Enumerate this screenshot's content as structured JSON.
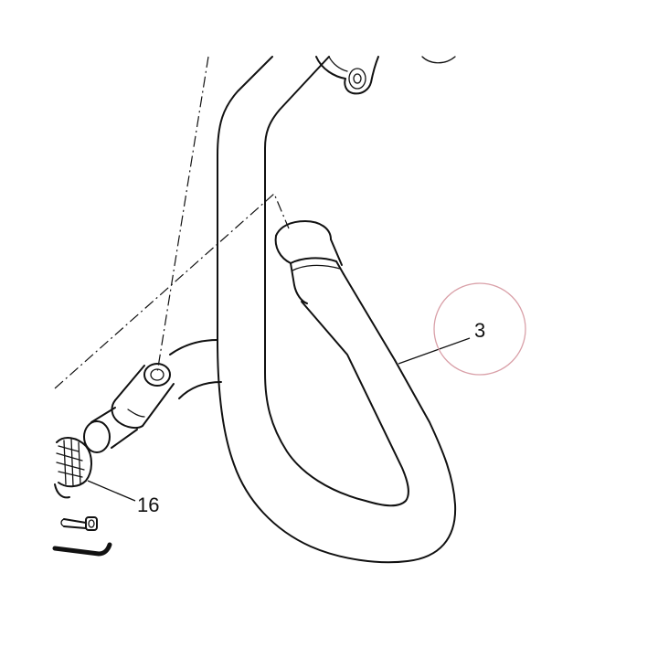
{
  "callouts": [
    {
      "id": "part-3",
      "label": "3"
    },
    {
      "id": "part-16",
      "label": "16"
    }
  ],
  "highlight": {
    "target": "part-3",
    "color": "#d9a0a8"
  },
  "colors": {
    "line": "#111111",
    "background": "#ffffff"
  }
}
